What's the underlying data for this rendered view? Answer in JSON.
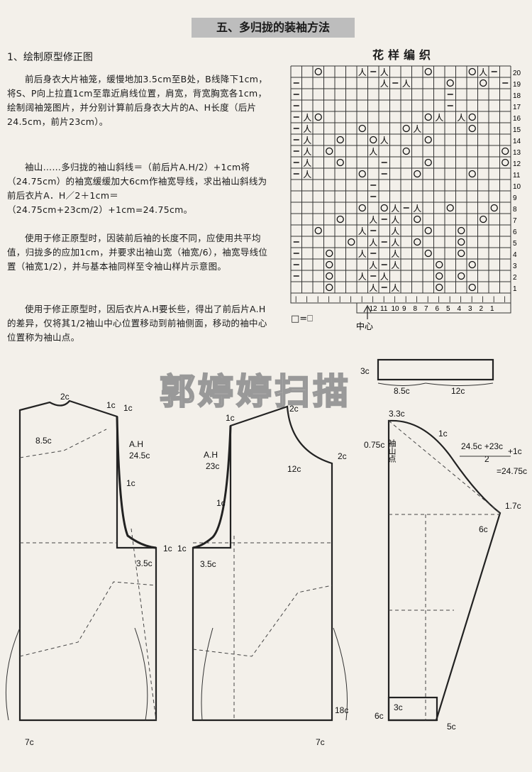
{
  "page_title": "五、多归拢的装袖方法",
  "section_title": "1、绘制原型修正图",
  "paragraphs": [
    "前后身衣大片袖笼，缓慢地加3.5cm至B处，B线降下1cm，将S、P向上拉直1cm至靠近肩线位置，肩宽，背宽胸宽各1cm，绘制阔袖笼图片，并分别计算前后身衣大片的A、H长度（后片24.5cm，前片23cm）。",
    "袖山……多归拢的袖山斜线＝（前后片A.H/2）+1cm将（24.75cm）的袖宽缓缓加大6cm作袖宽导线，求出袖山斜线为前后衣片A．H／2＋1cm＝（24.75cm+23cm/2）+1cm=24.75cm。",
    "使用于修正原型时，因装前后袖的长度不同，应使用共平均值，归拢多的应加1cm，并要求出袖山宽（袖宽/6），袖宽导线位置（袖宽1/2），并与基本袖同样至令袖山样片示意图。",
    "使用于修正原型时，因后衣片A.H要长些，得出了前后片A.H的差异，仅将其1/2袖山中心位置移动到前袖侧面，移动的袖中心位置称为袖山点。"
  ],
  "chart": {
    "title": "花样编织",
    "center_label": "中心",
    "legend": "□=⎕",
    "row_numbers": [
      "20",
      "19",
      "18",
      "17",
      "16",
      "15",
      "14",
      "13",
      "12",
      "11",
      "10",
      "9",
      "8",
      "7",
      "6",
      "5",
      "4",
      "3",
      "2",
      "1"
    ],
    "col_numbers": [
      "12",
      "11",
      "10",
      "9",
      "8",
      "7",
      "6",
      "5",
      "4",
      "3",
      "2",
      "1"
    ],
    "symbols": {
      "yo": "O",
      "k2tog": "人",
      "purl": "–"
    }
  },
  "watermark": "郭婷婷扫描",
  "labels": {
    "back": {
      "neck": "2c",
      "shoulder1": "1c",
      "shoulder2": "1c",
      "neck_w": "8.5c",
      "ah_name": "A.H",
      "ah_val": "24.5c",
      "raise": "1c",
      "side": "1c",
      "armhole": "3.5c",
      "hem": "7c"
    },
    "front": {
      "shoulder": "1c",
      "neck": "2c",
      "ah_name": "A.H",
      "ah_val": "23c",
      "neck_depth": "12c",
      "side_gap": "2c",
      "raise": "1c",
      "side": "1c",
      "armhole": "3.5c",
      "hem": "7c",
      "length": "18c"
    },
    "sleeve": {
      "top": "3.3c",
      "cap_point_offset": "0.75c",
      "cap_point": "袖山点",
      "ease": "1c",
      "formula_a": "24.5c +23c",
      "formula_b": "2",
      "formula_plus": "+1c",
      "formula_result": "=24.75c",
      "end": "1.7c",
      "width": "6c",
      "cuff_h": "3c",
      "cuff_side": "6c",
      "cuff_w": "5c"
    },
    "cuff_top": {
      "h": "3c",
      "w1": "8.5c",
      "w2": "12c"
    }
  }
}
